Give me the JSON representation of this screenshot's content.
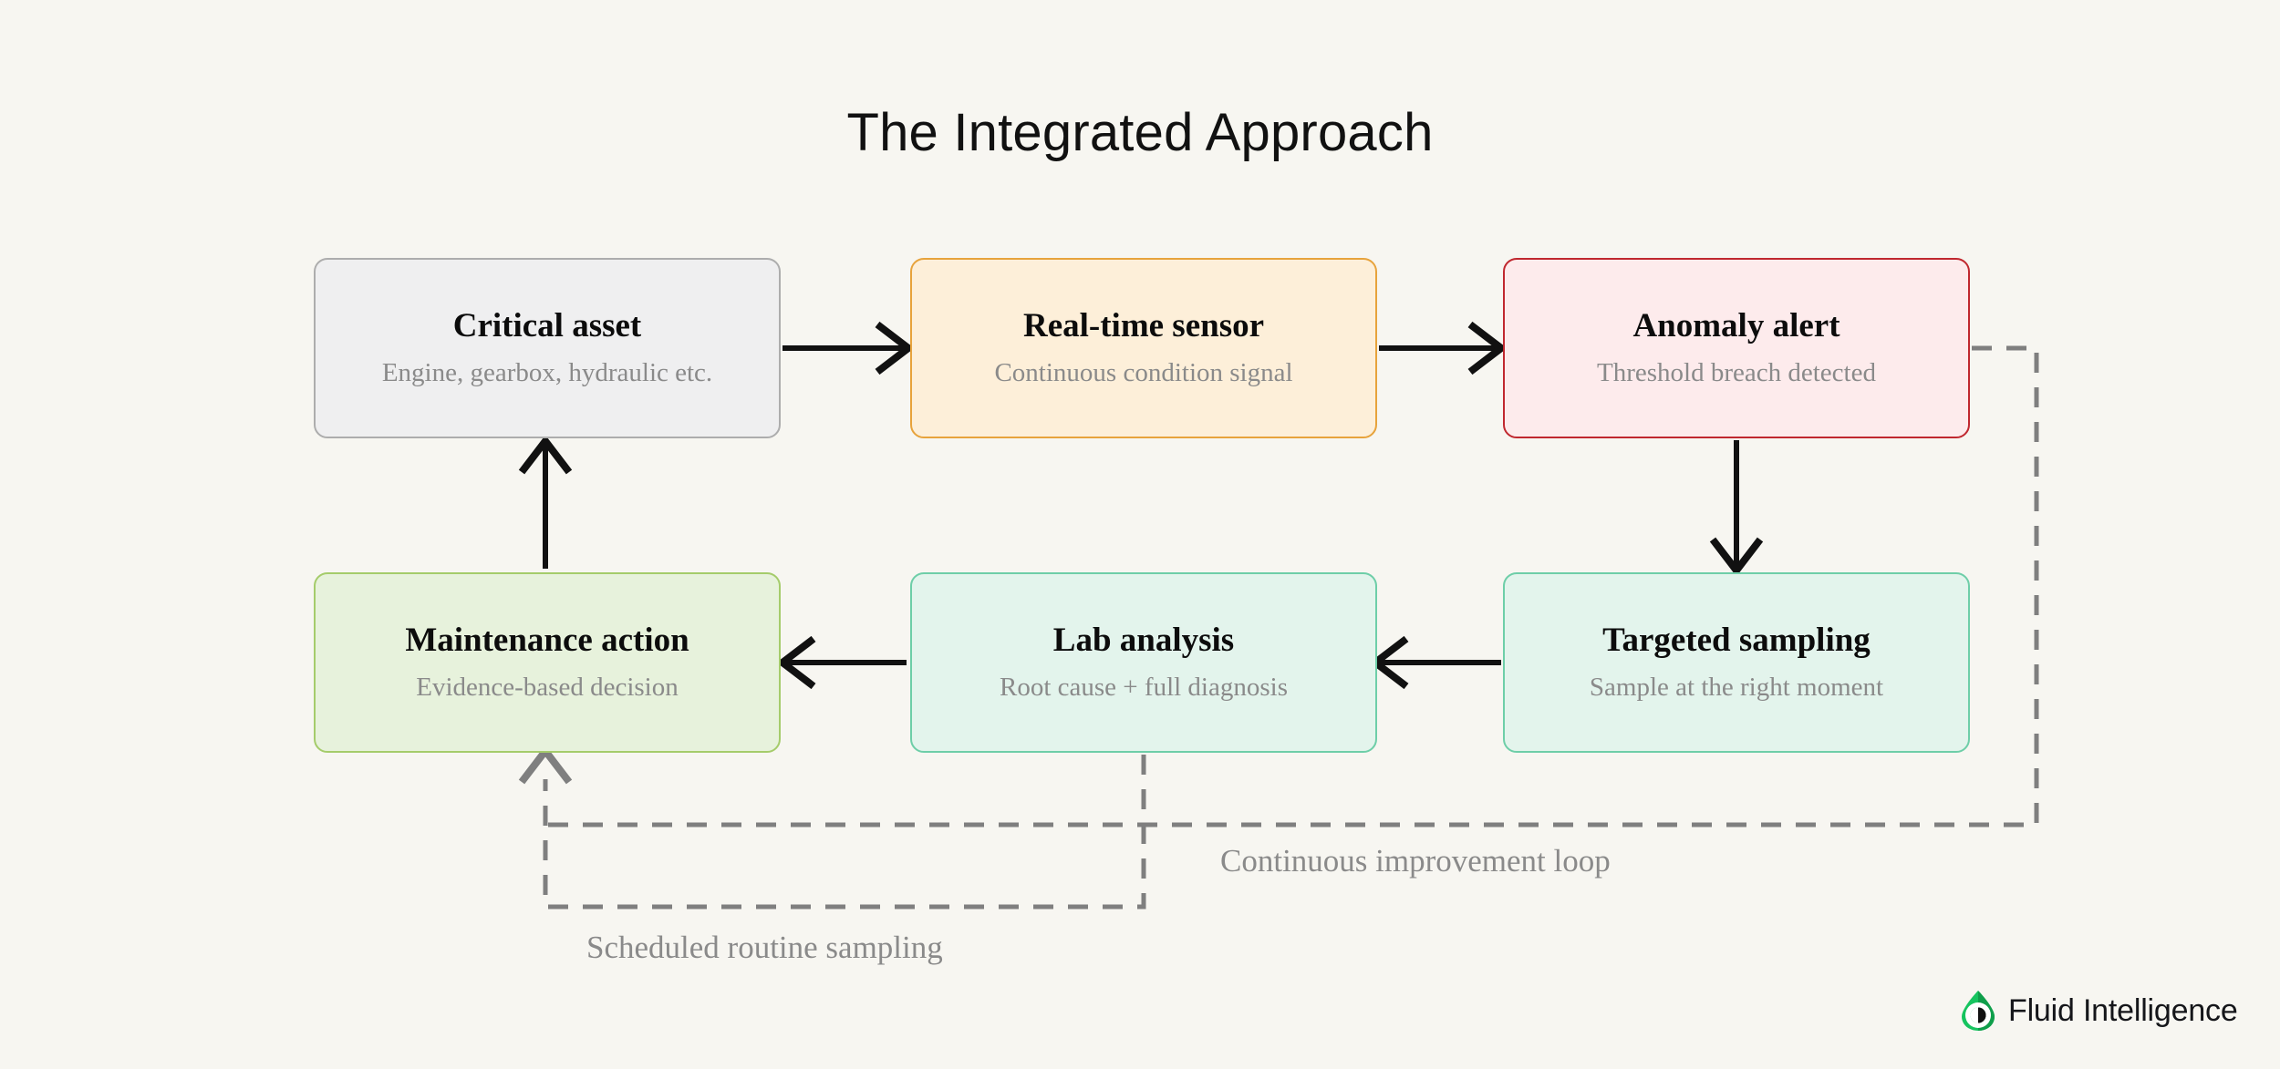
{
  "page": {
    "title": "The Integrated Approach",
    "background_color": "#F7F6F1"
  },
  "diagram": {
    "type": "flowchart-cycle",
    "nodes": [
      {
        "id": "critical-asset",
        "title": "Critical asset",
        "subtitle": "Engine, gearbox, hydraulic etc.",
        "fill": "#EFEFF0",
        "border": "#ADADAD",
        "row": 1,
        "col": 1
      },
      {
        "id": "realtime-sensor",
        "title": "Real-time sensor",
        "subtitle": "Continuous condition signal",
        "fill": "#FDEFD9",
        "border": "#E7A33C",
        "row": 1,
        "col": 2
      },
      {
        "id": "anomaly-alert",
        "title": "Anomaly alert",
        "subtitle": "Threshold breach detected",
        "fill": "#FDEBEC",
        "border": "#C0282F",
        "row": 1,
        "col": 3
      },
      {
        "id": "maintenance-action",
        "title": "Maintenance action",
        "subtitle": "Evidence-based decision",
        "fill": "#E7F2DC",
        "border": "#A5CC6B",
        "row": 2,
        "col": 1
      },
      {
        "id": "lab-analysis",
        "title": "Lab analysis",
        "subtitle": "Root cause + full diagnosis",
        "fill": "#E3F4EC",
        "border": "#6ECEA8",
        "row": 2,
        "col": 2
      },
      {
        "id": "targeted-sampling",
        "title": "Targeted sampling",
        "subtitle": "Sample at the right moment",
        "fill": "#E3F4EC",
        "border": "#6ECEA8",
        "row": 2,
        "col": 3
      }
    ],
    "edges": [
      {
        "from": "critical-asset",
        "to": "realtime-sensor",
        "style": "solid",
        "color": "#111111"
      },
      {
        "from": "realtime-sensor",
        "to": "anomaly-alert",
        "style": "solid",
        "color": "#111111"
      },
      {
        "from": "anomaly-alert",
        "to": "targeted-sampling",
        "style": "solid",
        "color": "#111111"
      },
      {
        "from": "targeted-sampling",
        "to": "lab-analysis",
        "style": "solid",
        "color": "#111111"
      },
      {
        "from": "lab-analysis",
        "to": "maintenance-action",
        "style": "solid",
        "color": "#111111"
      },
      {
        "from": "maintenance-action",
        "to": "critical-asset",
        "style": "solid",
        "color": "#111111"
      },
      {
        "from": "anomaly-alert",
        "to": "maintenance-action",
        "style": "dashed",
        "color": "#7F7F7F",
        "label": "Continuous improvement loop"
      },
      {
        "from": "lab-analysis",
        "to": "maintenance-action",
        "style": "dashed",
        "color": "#7F7F7F",
        "label": "Scheduled routine sampling"
      }
    ],
    "loop_labels": {
      "continuous_improvement": "Continuous improvement loop",
      "scheduled_routine": "Scheduled routine sampling"
    }
  },
  "logo": {
    "text": "Fluid Intelligence",
    "mark_color_light": "#16C45F",
    "mark_color_dark": "#0F9E4A",
    "text_color": "#15161A"
  }
}
